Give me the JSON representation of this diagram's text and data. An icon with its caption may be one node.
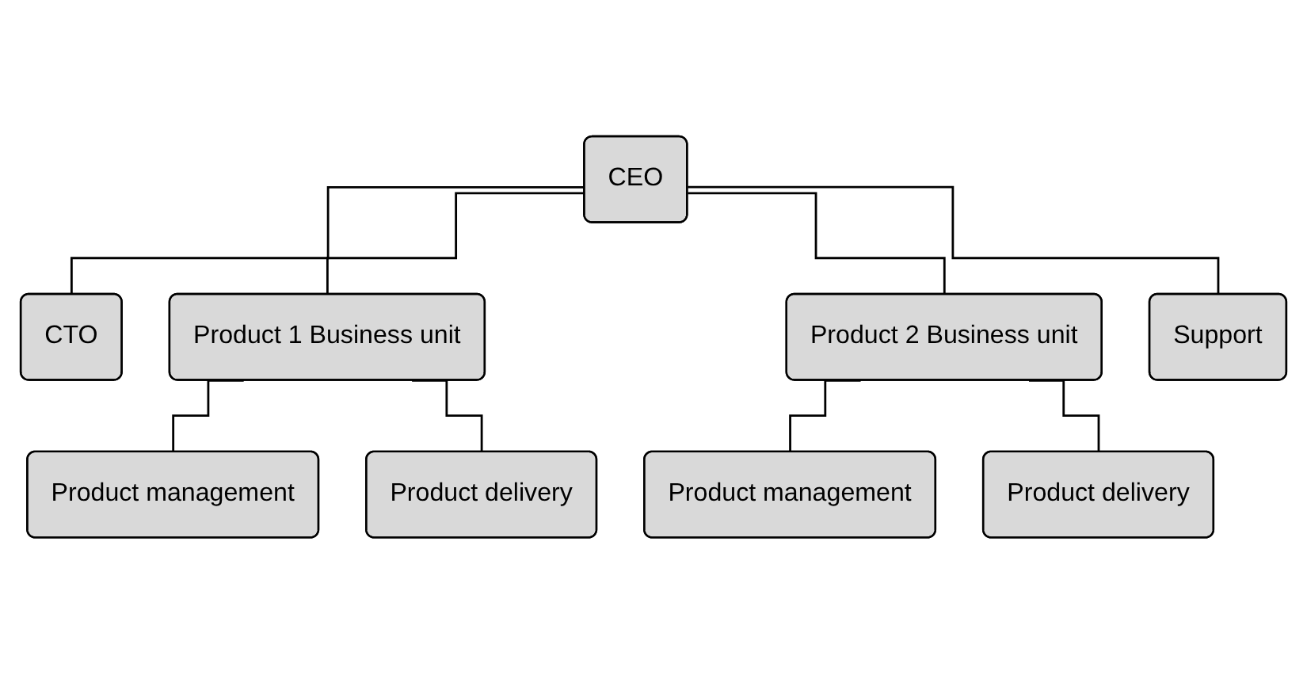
{
  "diagram": {
    "nodes": [
      {
        "text": [
          "CEO"
        ]
      },
      {
        "text": [
          "CTO"
        ]
      },
      {
        "text": [
          "Product 1 Business unit"
        ]
      },
      {
        "text": [
          "Product 2 Business unit"
        ]
      },
      {
        "text": [
          "Support"
        ]
      },
      {
        "text": [
          "Product management"
        ]
      },
      {
        "text": [
          "Product delivery"
        ]
      },
      {
        "text": [
          "Product management"
        ]
      },
      {
        "text": [
          "Product delivery"
        ]
      }
    ],
    "edges": [
      {
        "from": 0,
        "to": 1,
        "arrow": "none"
      },
      {
        "from": 0,
        "to": 2,
        "arrow": "none"
      },
      {
        "from": 0,
        "to": 3,
        "arrow": "none"
      },
      {
        "from": 0,
        "to": 4,
        "arrow": "none"
      },
      {
        "from": 2,
        "to": 5,
        "arrow": "none"
      },
      {
        "from": 2,
        "to": 6,
        "arrow": "none"
      },
      {
        "from": 3,
        "to": 7,
        "arrow": "none"
      },
      {
        "from": 3,
        "to": 8,
        "arrow": "none"
      }
    ]
  }
}
